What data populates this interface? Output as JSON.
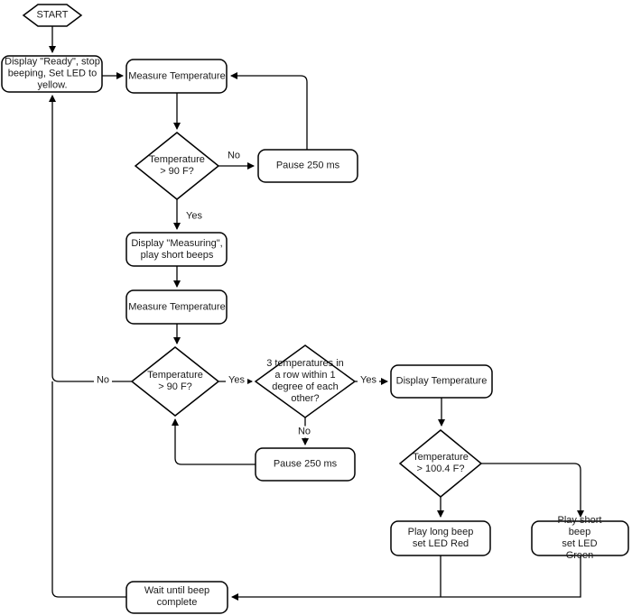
{
  "diagram": {
    "type": "flowchart",
    "background_color": "#ffffff",
    "stroke_color": "#000000",
    "text_color": "#1a1a1a",
    "nodes": {
      "start": {
        "shape": "hexagon",
        "label": "START"
      },
      "display_ready": {
        "shape": "rounded-rect",
        "label": "Display \"Ready\", stop\nbeeping, Set LED to\nyellow."
      },
      "measure_temperature_1": {
        "shape": "rounded-rect",
        "label": "Measure Temperature"
      },
      "temp_above_90_1": {
        "shape": "diamond",
        "label": "Temperature\n> 90 F?"
      },
      "pause_250_1": {
        "shape": "rounded-rect",
        "label": "Pause 250 ms"
      },
      "display_measuring": {
        "shape": "rounded-rect",
        "label": "Display \"Measuring\",\nplay short beeps"
      },
      "measure_temperature_2": {
        "shape": "rounded-rect",
        "label": "Measure Temperature"
      },
      "temp_above_90_2": {
        "shape": "diamond",
        "label": "Temperature\n> 90 F?"
      },
      "three_temps_in_row": {
        "shape": "diamond",
        "label": "3 temperatures in\na row within 1\ndegree of each\nother?"
      },
      "display_temperature": {
        "shape": "rounded-rect",
        "label": "Display Temperature"
      },
      "pause_250_2": {
        "shape": "rounded-rect",
        "label": "Pause 250 ms"
      },
      "temp_above_100_4": {
        "shape": "diamond",
        "label": "Temperature\n> 100.4 F?"
      },
      "play_long_beep": {
        "shape": "rounded-rect",
        "label": "Play long beep\nset LED Red"
      },
      "play_short_beep": {
        "shape": "rounded-rect",
        "label": "Play short beep\nset LED Green"
      },
      "wait_beep_complete": {
        "shape": "rounded-rect",
        "label": "Wait until beep\ncomplete"
      }
    },
    "edge_labels": {
      "d1_no": "No",
      "d1_yes": "Yes",
      "d2_no": "No",
      "d2_yes": "Yes",
      "d3_yes": "Yes",
      "d3_no": "No"
    }
  }
}
